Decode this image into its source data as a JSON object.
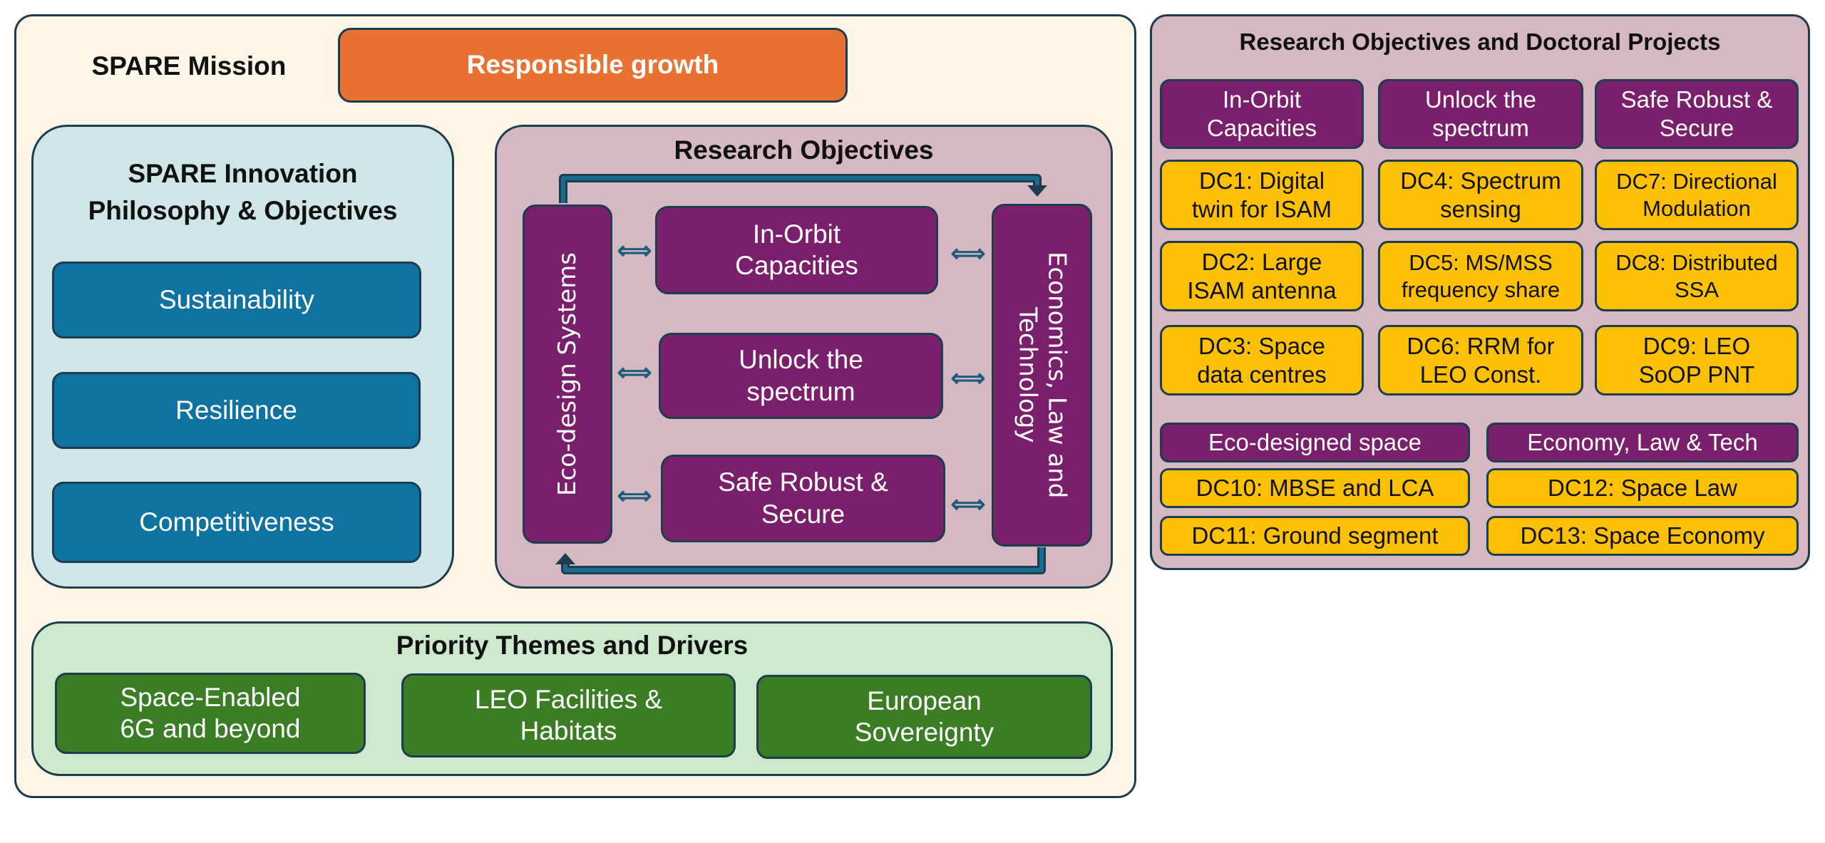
{
  "mission": {
    "label": "SPARE Mission",
    "goal": "Responsible growth"
  },
  "innovation": {
    "title_line1": "SPARE Innovation",
    "title_line2": "Philosophy &  Objectives",
    "items": [
      "Sustainability",
      "Resilience",
      "Competitiveness"
    ]
  },
  "research_objectives": {
    "title": "Research Objectives",
    "left_bar": "Eco-design Systems",
    "right_bar_line1": "Economics, Law and",
    "right_bar_line2": "Technology",
    "center_items": [
      {
        "line1": "In-Orbit",
        "line2": "Capacities"
      },
      {
        "line1": "Unlock the",
        "line2": "spectrum"
      },
      {
        "line1": "Safe Robust &",
        "line2": "Secure"
      }
    ],
    "connector_icon": "double-arrow-icon",
    "connector_glyph": "⟺"
  },
  "priority": {
    "title": "Priority Themes and Drivers",
    "items": [
      {
        "line1": "Space-Enabled",
        "line2": "6G and beyond"
      },
      {
        "line1": "LEO Facilities &",
        "line2": "Habitats"
      },
      {
        "line1": "European",
        "line2": "Sovereignty"
      }
    ]
  },
  "doctoral": {
    "title": "Research Objectives and Doctoral Projects",
    "columns": [
      {
        "header": {
          "line1": "In-Orbit",
          "line2": "Capacities"
        },
        "projects": [
          {
            "line1": "DC1: Digital",
            "line2": "twin for ISAM"
          },
          {
            "line1": "DC2: Large",
            "line2": "ISAM antenna"
          },
          {
            "line1": "DC3: Space",
            "line2": "data centres"
          }
        ]
      },
      {
        "header": {
          "line1": "Unlock the",
          "line2": "spectrum"
        },
        "projects": [
          {
            "line1": "DC4: Spectrum",
            "line2": "sensing"
          },
          {
            "line1": "DC5: MS/MSS",
            "line2": "frequency share"
          },
          {
            "line1": "DC6: RRM for",
            "line2": "LEO Const."
          }
        ]
      },
      {
        "header": {
          "line1": "Safe Robust &",
          "line2": "Secure"
        },
        "projects": [
          {
            "line1": "DC7: Directional",
            "line2": "Modulation"
          },
          {
            "line1": "DC8: Distributed",
            "line2": "SSA"
          },
          {
            "line1": "DC9: LEO",
            "line2": "SoOP PNT"
          }
        ]
      }
    ],
    "bottom_columns": [
      {
        "header": "Eco-designed space",
        "projects": [
          "DC10: MBSE and LCA",
          "DC11: Ground segment"
        ]
      },
      {
        "header": "Economy, Law & Tech",
        "projects": [
          "DC12: Space Law",
          "DC13: Space Economy"
        ]
      }
    ]
  },
  "colors": {
    "mission_bg": "#fdf6e6",
    "innovation_bg": "#cfe6e8",
    "research_bg": "#d6b8c2",
    "priority_bg": "#cde9cb",
    "purple": "#7a1f6b",
    "yellow": "#fcc007",
    "teal": "#0e73a0",
    "green": "#3b7d25",
    "orange": "#e97232",
    "outline": "#1d3d4f"
  }
}
